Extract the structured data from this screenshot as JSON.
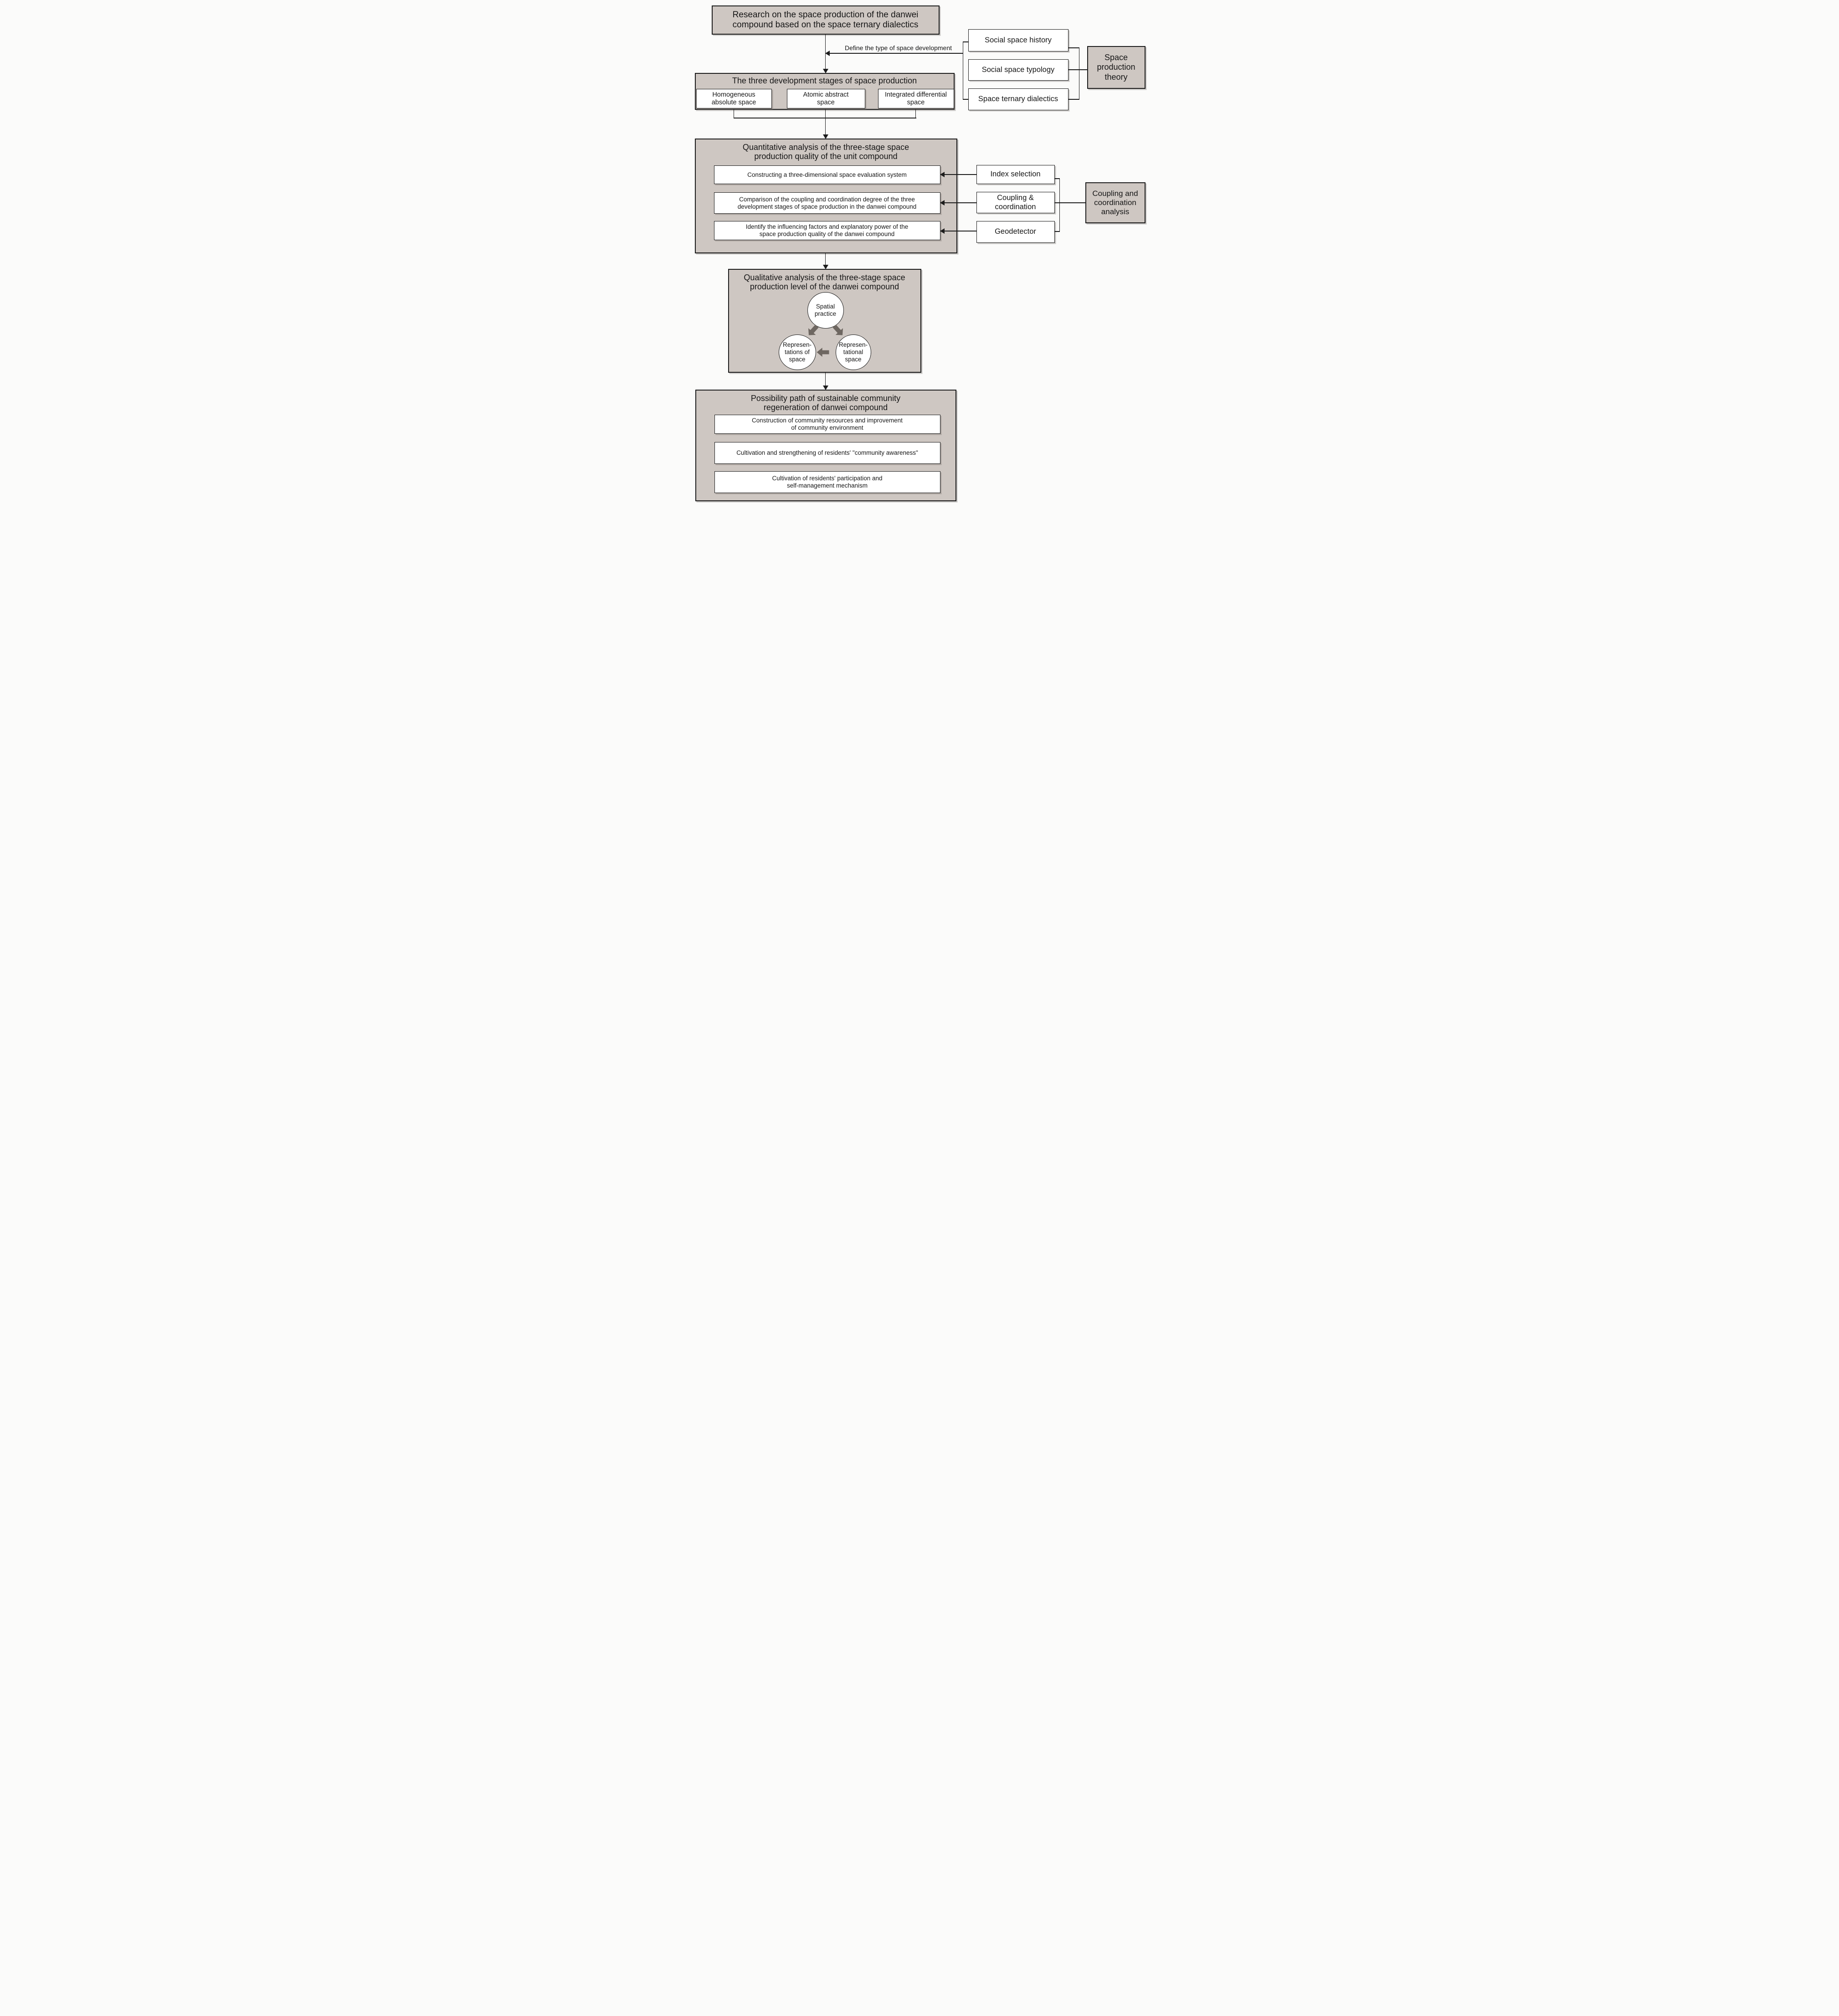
{
  "colors": {
    "box_fill": "#cec7c2",
    "line": "#1c1c1c",
    "block_arrow": "#6e6761"
  },
  "top_box": {
    "title": [
      "Research on the space production of the danwei",
      "compound based on the space ternary dialectics"
    ]
  },
  "define_arrow": {
    "label": "Define the type of space development"
  },
  "space_theory": {
    "history_box": "Social space history",
    "typology_box": "Social space typology",
    "dialectics_box": "Space ternary dialectics",
    "summary_box": [
      "Space",
      "production",
      "theory"
    ]
  },
  "stages": {
    "title": "The three development stages of space production",
    "items": [
      [
        "Homogeneous",
        "absolute space"
      ],
      [
        "Atomic abstract",
        "space"
      ],
      [
        "Integrated differential",
        "space"
      ]
    ]
  },
  "quantitative": {
    "title": [
      "Quantitative analysis of the three-stage space",
      "production quality of the unit compound"
    ],
    "items": [
      [
        "Constructing a three-dimensional space evaluation system"
      ],
      [
        "Comparison of the coupling and coordination degree of the three",
        "development stages of space production in the danwei compound"
      ],
      [
        "Identify the influencing factors and explanatory power of the",
        "space production quality of the danwei compound"
      ]
    ],
    "methods": [
      [
        "Index selection"
      ],
      [
        "Coupling &",
        "coordination"
      ],
      [
        "Geodetector"
      ]
    ],
    "summary_box": [
      "Coupling and",
      "coordination",
      "analysis"
    ]
  },
  "qualitative": {
    "title": [
      "Qualitative analysis of the three-stage space",
      "production level of the danwei compound"
    ],
    "circles": [
      [
        "Spatial",
        "practice"
      ],
      [
        "Represen-",
        "tations of",
        "space"
      ],
      [
        "Represen-",
        "tational",
        "space"
      ]
    ]
  },
  "possibility": {
    "title": [
      "Possibility path of sustainable community",
      "regeneration of danwei compound"
    ],
    "items": [
      [
        "Construction of community resources and improvement",
        "of community environment"
      ],
      [
        "Cultivation and strengthening of residents' \"community awareness\""
      ],
      [
        "Cultivation of residents' participation and",
        "self-management mechanism"
      ]
    ]
  }
}
